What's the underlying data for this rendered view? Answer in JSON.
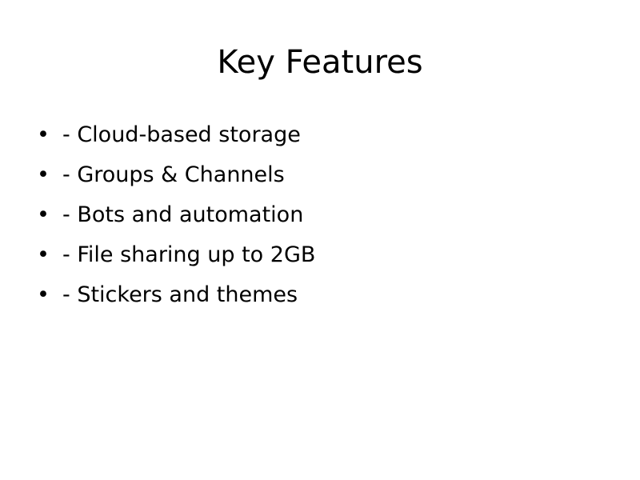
{
  "slide": {
    "title": "Key Features",
    "bullets": [
      "- Cloud-based storage",
      "- Groups & Channels",
      "- Bots and automation",
      "- File sharing up to 2GB",
      "- Stickers and themes"
    ]
  }
}
